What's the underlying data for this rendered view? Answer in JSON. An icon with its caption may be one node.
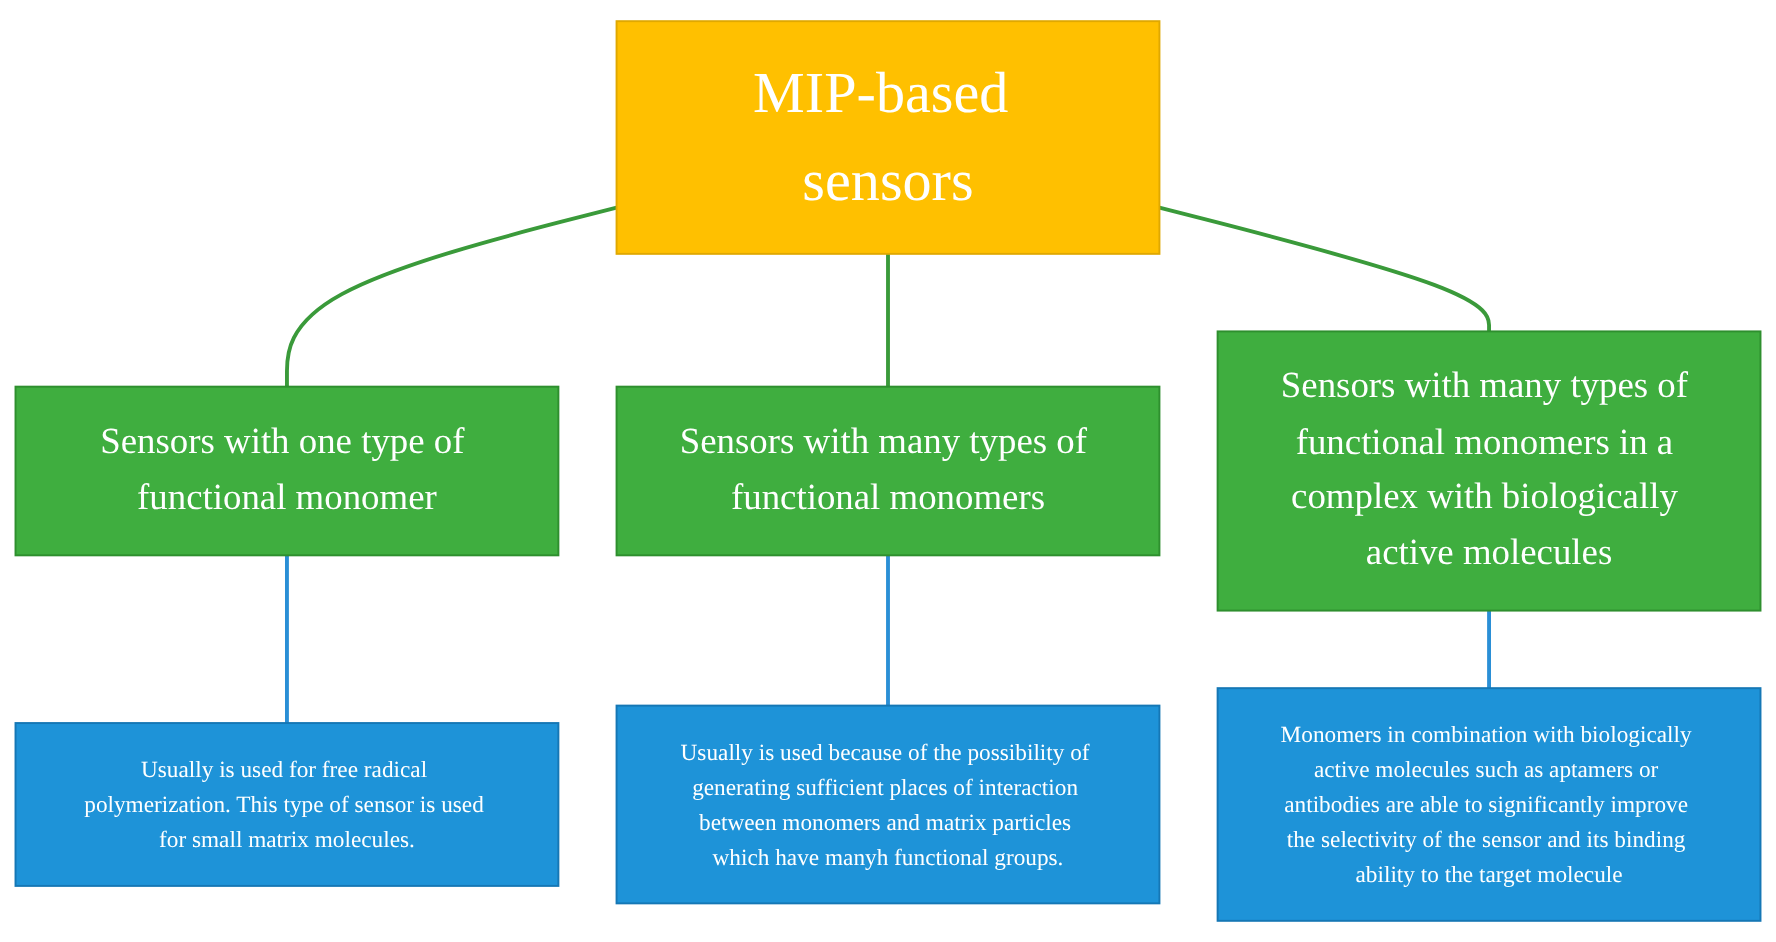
{
  "diagram": {
    "nodes": [
      {
        "text": [
          "MIP-based sensors"
        ]
      },
      {
        "text": [
          "Sensors with one type of functional monomer"
        ]
      },
      {
        "text": [
          "Sensors with many types of functional monomers"
        ]
      },
      {
        "text": [
          "Sensors with many types of functional monomers in a complex with biologically active molecules"
        ]
      },
      {
        "text": [
          "Usually is used for free radical polymerization. This type of sensor is used for small matrix molecules."
        ]
      },
      {
        "text": [
          "Usually is used because of the possibility of generating sufficient places of interaction between monomers and matrix particles which have manyh functional groups."
        ]
      },
      {
        "text": [
          "Monomers in combination with biologically active molecules such as aptamers or antibodies are able to significantly improve the selectivity of the sensor and its binding ability to the target molecule"
        ]
      }
    ],
    "edges": [
      {
        "from": 0,
        "to": 1,
        "arrow": "none",
        "color": "#3a9a3a"
      },
      {
        "from": 0,
        "to": 2,
        "arrow": "none",
        "color": "#3a9a3a"
      },
      {
        "from": 0,
        "to": 3,
        "arrow": "none",
        "color": "#3a9a3a"
      },
      {
        "from": 1,
        "to": 4,
        "arrow": "none",
        "color": "#2a8fd6"
      },
      {
        "from": 2,
        "to": 5,
        "arrow": "none",
        "color": "#2a8fd6"
      },
      {
        "from": 3,
        "to": 6,
        "arrow": "none",
        "color": "#2a8fd6"
      }
    ]
  }
}
